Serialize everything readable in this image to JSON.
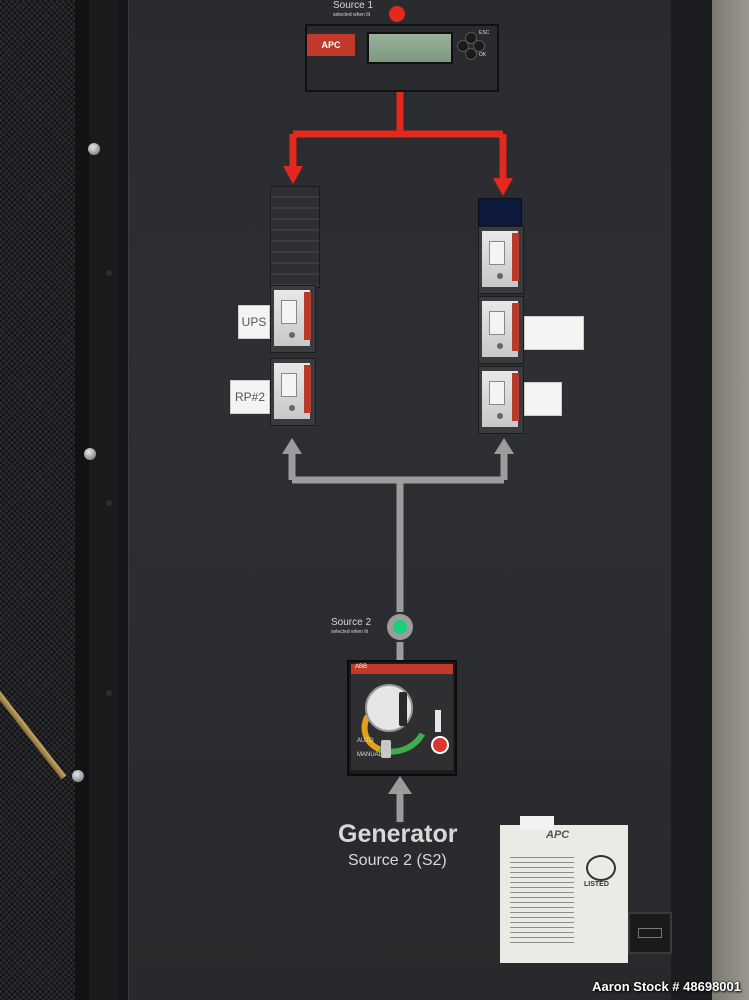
{
  "controller": {
    "brand": "APC",
    "source1_label": "Source 1",
    "source1_sub": "selected when lit",
    "keys": [
      "ESC",
      "OK"
    ]
  },
  "breakers_left": [
    {
      "label": "UPS"
    },
    {
      "label": "RP#2"
    }
  ],
  "breakers_right": [
    {
      "label": ""
    },
    {
      "label": ""
    }
  ],
  "abb": {
    "brand": "ABB",
    "auto_label": "AUTO",
    "manual_label": "MANUAL"
  },
  "source2": {
    "label": "Source 2",
    "sub": "selected when lit"
  },
  "generator": {
    "title": "Generator",
    "subtitle": "Source 2 (S2)"
  },
  "nameplate": {
    "brand": "APC",
    "listed": "LISTED"
  },
  "watermark": "Aaron Stock # 48698001",
  "colors": {
    "source1_arrow": "#e3281d",
    "source2_arrow": "#9c9c9c",
    "panel": "#2c2d30"
  }
}
